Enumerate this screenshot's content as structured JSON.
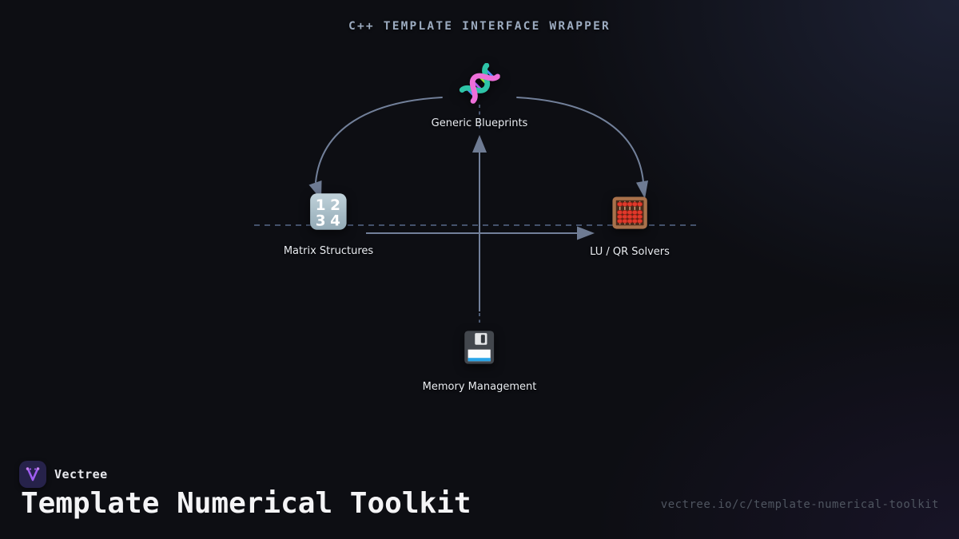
{
  "diagram": {
    "title": "C++ TEMPLATE INTERFACE WRAPPER",
    "nodes": [
      {
        "id": "generic-blueprints",
        "label": "Generic Blueprints",
        "icon": "dna-icon"
      },
      {
        "id": "matrix-structures",
        "label": "Matrix Structures",
        "icon": "input-numbers-icon"
      },
      {
        "id": "lu-qr-solvers",
        "label": "LU / QR Solvers",
        "icon": "abacus-icon"
      },
      {
        "id": "memory-management",
        "label": "Memory Management",
        "icon": "floppy-disk-icon"
      }
    ],
    "edges": [
      {
        "from": "generic-blueprints",
        "to": "matrix-structures",
        "style": "curved-arrow"
      },
      {
        "from": "generic-blueprints",
        "to": "lu-qr-solvers",
        "style": "curved-arrow"
      },
      {
        "from": "matrix-structures",
        "to": "lu-qr-solvers",
        "style": "straight-arrow"
      },
      {
        "from": "memory-management",
        "to": "generic-blueprints",
        "style": "straight-arrow"
      },
      {
        "type": "dashed-horizontal-axis"
      }
    ],
    "matrix_icon_digits": {
      "row1": "1 2",
      "row2": "3 4"
    }
  },
  "footer": {
    "brand": "Vectree",
    "title": "Template Numerical Toolkit",
    "url": "vectree.io/c/template-numerical-toolkit"
  },
  "colors": {
    "background": "#0d0e13",
    "background_glow": "#1d2134",
    "diagram_title_text": "#9cabc0",
    "node_label_text": "#e9ecf1",
    "connector_line": "#72809a",
    "arrowhead": "#6e7b93",
    "dashed_line": "#44516b",
    "brand_text": "#e8e9ee",
    "big_title_text": "#f4f4f6",
    "url_text": "#4f5560",
    "logo_background": "#26224a",
    "logo_glyph": "#9e5df0"
  }
}
